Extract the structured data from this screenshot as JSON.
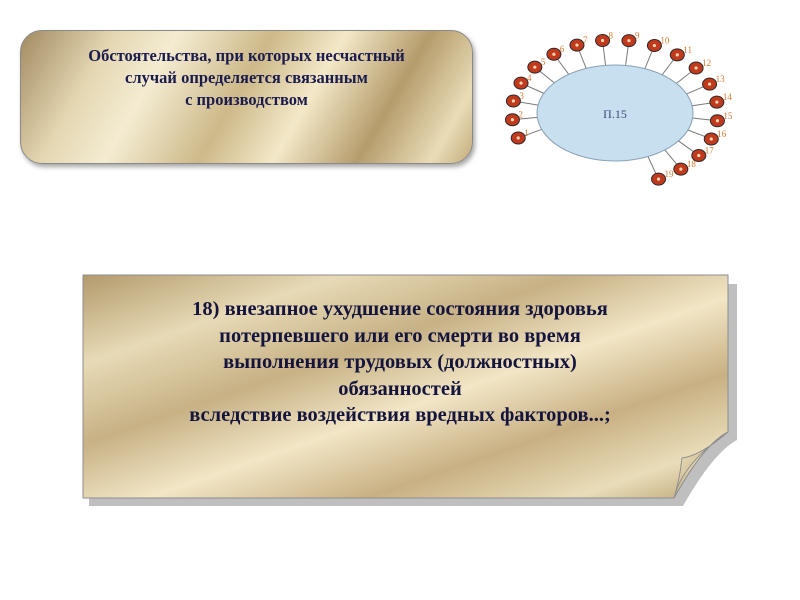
{
  "heading": "Обстоятельства, при которых несчастный\nслучай определяется связанным\nс производством",
  "diagram": {
    "center_label": "П.15",
    "numbers": [
      "1",
      "2",
      "3",
      "4",
      "5",
      "6",
      "7",
      "8",
      "9",
      "10",
      "11",
      "12",
      "13",
      "14",
      "15",
      "16",
      "17",
      "18",
      "19"
    ]
  },
  "note": {
    "text": "18) внезапное ухудшение состояния здоровья\nпотерпевшего или его смерти во время\nвыполнения трудовых (должностных)\nобязанностей\nвследствие воздействия вредных факторов...;"
  },
  "colors": {
    "heading_text": "#1b1b4e",
    "node_fill": "#c23a1e",
    "node_dot": "#f0d8b0",
    "center_fill": "#c8dff0",
    "number_text": "#d97a2e"
  }
}
